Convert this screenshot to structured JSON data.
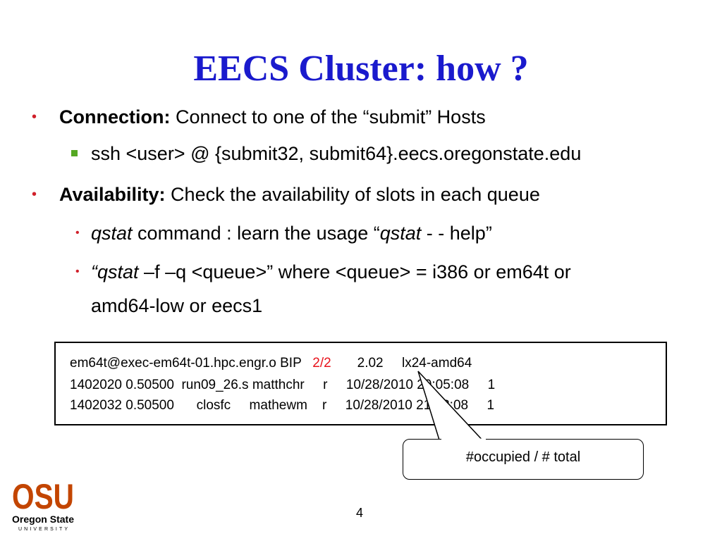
{
  "slide": {
    "title": "EECS Cluster: how ?",
    "page_number": "4"
  },
  "bullets": {
    "connection": {
      "label": "Connection:",
      "text": " Connect to one of the “submit” Hosts",
      "sub": "ssh <user> @ {submit32, submit64}.eecs.oregonstate.edu"
    },
    "availability": {
      "label": "Availability:",
      "text": " Check the availability of slots in each queue",
      "sub1": {
        "cmd": "qstat",
        "text": " command :  learn  the usage “",
        "cmd2": "qstat",
        "text2": " - - help”"
      },
      "sub2": {
        "quote": "“",
        "cmd": "qstat",
        "text": " –f –q <queue>” where <queue> = i386 or em64t or",
        "cont": "amd64-low or eecs1"
      }
    }
  },
  "terminal": {
    "row1_before": "em64t@exec-em64t-01.hpc.engr.o BIP   ",
    "row1_slots": "2/2",
    "row1_after": "       2.02     lx24-amd64",
    "row2": "1402020 0.50500  run09_26.s matthchr     r     10/28/2010 20:05:08     1",
    "row3": "1402032 0.50500      closfc     mathewm    r     10/28/2010 21:03:08     1"
  },
  "callout": {
    "text": "#occupied / # total"
  },
  "logo": {
    "mark": "OSU",
    "line1": "Oregon State",
    "line2": "UNIVERSITY",
    "color": "#c34500"
  },
  "colors": {
    "title": "#1a1acd",
    "bullet": "#d0202a",
    "square_bullet": "#55a823",
    "highlight": "#e8121b"
  }
}
